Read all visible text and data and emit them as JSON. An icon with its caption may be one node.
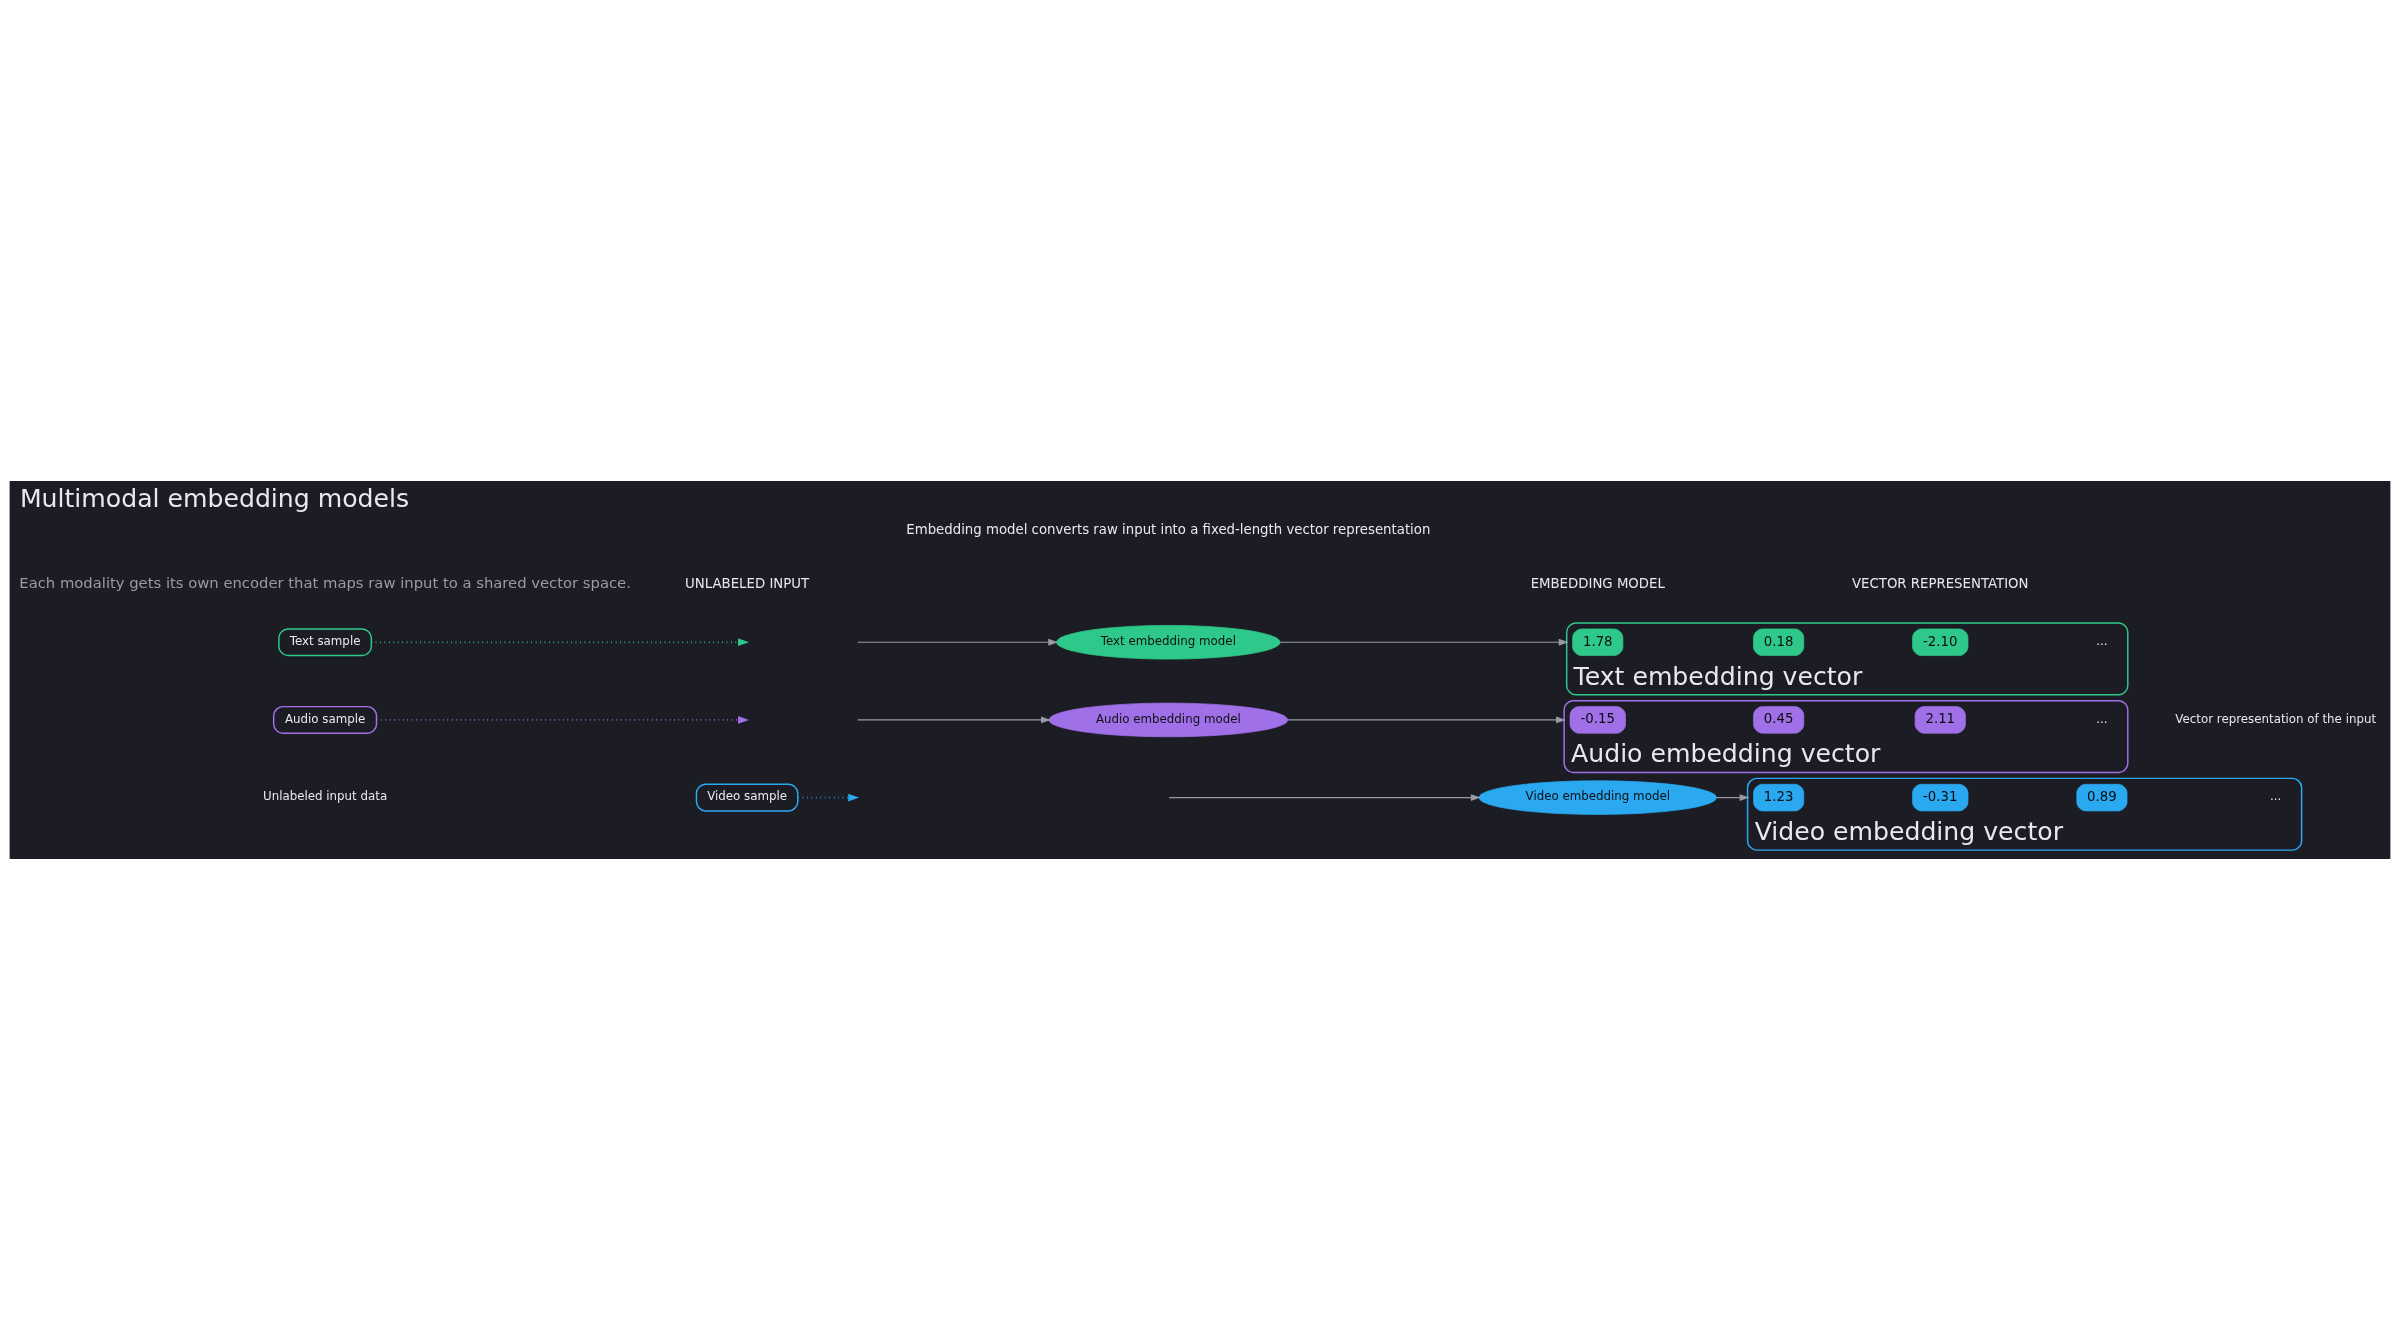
{
  "diagram": {
    "title": "Multimodal embedding models",
    "caption": "Embedding model converts raw input into a fixed-length vector representation",
    "nodes": [
      {
        "text": [
          "Video sample"
        ]
      },
      {
        "text": [
          "Video embedding model"
        ]
      },
      {
        "text": [
          "Video embedding vector"
        ]
      },
      {
        "text": [
          "1.23"
        ],
        "in": 2
      },
      {
        "text": [
          "-0.31"
        ],
        "in": 2
      },
      {
        "text": [
          "0.89"
        ],
        "in": 2
      },
      {
        "text": [
          "..."
        ],
        "in": 2
      },
      {
        "text": [
          "Audio sample"
        ]
      },
      {
        "text": [
          "Audio embedding model"
        ]
      },
      {
        "text": [
          "Audio embedding vector"
        ]
      },
      {
        "text": [
          "-0.15"
        ],
        "in": 9
      },
      {
        "text": [
          "0.45"
        ],
        "in": 9
      },
      {
        "text": [
          "2.11"
        ],
        "in": 9
      },
      {
        "text": [
          "..."
        ],
        "in": 9
      },
      {
        "text": [
          "Text sample"
        ]
      },
      {
        "text": [
          "Text embedding model"
        ]
      },
      {
        "text": [
          "Text embedding vector"
        ]
      },
      {
        "text": [
          "1.78"
        ],
        "in": 16
      },
      {
        "text": [
          "0.18"
        ],
        "in": 16
      },
      {
        "text": [
          "-2.10"
        ],
        "in": 16
      },
      {
        "text": [
          "..."
        ],
        "in": 16
      }
    ],
    "edges": [
      {
        "from": 0,
        "to": null,
        "arrow": "to",
        "style": "dashed",
        "color": "#2aa8f0"
      },
      {
        "from": null,
        "to": 1,
        "arrow": "to"
      },
      {
        "from": 1,
        "to": 2,
        "arrow": "to"
      },
      {
        "from": 7,
        "to": null,
        "arrow": "to",
        "style": "dashed",
        "color": "#a070e8"
      },
      {
        "from": null,
        "to": 8,
        "arrow": "to"
      },
      {
        "from": 8,
        "to": 9,
        "arrow": "to"
      },
      {
        "from": 14,
        "to": null,
        "arrow": "to",
        "style": "dashed",
        "color": "#2ec98a"
      },
      {
        "from": null,
        "to": 15,
        "arrow": "to"
      },
      {
        "from": 15,
        "to": 16,
        "arrow": "to"
      }
    ],
    "labels": [
      "Each modality gets its own encoder that maps raw input to a shared vector space.",
      "UNLABELED INPUT",
      "EMBEDDING MODEL",
      "VECTOR REPRESENTATION",
      "Unlabeled input data",
      "Vector representation of the input"
    ]
  }
}
